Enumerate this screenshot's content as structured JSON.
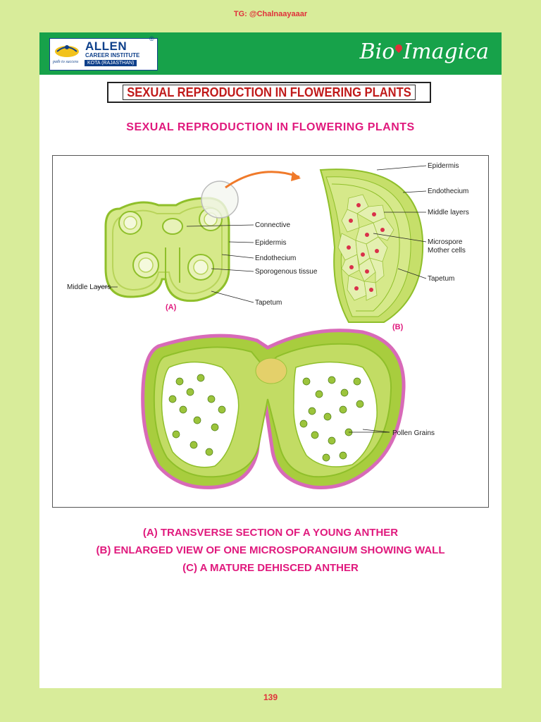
{
  "top_note": "TG: @Chalnaayaaar",
  "header": {
    "logo_brand": "ALLEN",
    "logo_reg": "®",
    "logo_sub": "CAREER INSTITUTE",
    "logo_location": "KOTA (RAJASTHAN)",
    "logo_tagline": "path to success",
    "brand_right_a": "Bio",
    "brand_right_b": "Imagica"
  },
  "title": "SEXUAL REPRODUCTION IN FLOWERING PLANTS",
  "subtitle": "SEXUAL REPRODUCTION IN FLOWERING PLANTS",
  "figure": {
    "panel_a": {
      "tag": "(A)",
      "labels": [
        "Connective",
        "Epidermis",
        "Endothecium",
        "Sporogenous tissue",
        "Tapetum",
        "Middle Layers"
      ]
    },
    "panel_b": {
      "tag": "(B)",
      "labels": [
        "Epidermis",
        "Endothecium",
        "Middle layers",
        "Microspore",
        "Mother cells",
        "Tapetum"
      ]
    },
    "panel_c": {
      "labels": [
        "Pollen Grains"
      ]
    },
    "colors": {
      "tissue_light": "#d6e98a",
      "tissue_mid": "#b8d45a",
      "tissue_dark": "#8fbf2a",
      "epidermis_pink": "#d86ab8",
      "arrow": "#f07a2a",
      "nucleus": "#d9304a"
    }
  },
  "captions": [
    "(A) TRANSVERSE SECTION OF A YOUNG ANTHER",
    "(B) ENLARGED VIEW OF ONE MICROSPORANGIUM SHOWING WALL",
    "(C) A MATURE DEHISCED ANTHER"
  ],
  "page_number": "139"
}
